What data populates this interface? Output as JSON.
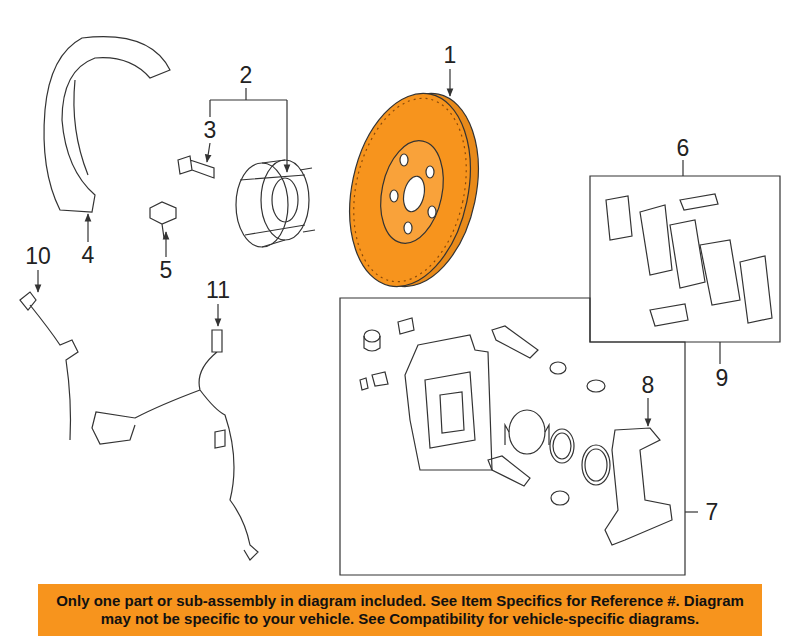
{
  "diagram": {
    "nodes": [
      {
        "text": [
          "Only one part or sub-assembly in diagram included. See Item Specifics for Reference #. Diagram may not be specific to your vehicle. See Compatibility for vehicle-specific diagrams."
        ]
      }
    ],
    "edges": [],
    "labels": [
      "1",
      "2",
      "3",
      "4",
      "5",
      "6",
      "7",
      "8",
      "9",
      "10",
      "11"
    ]
  }
}
